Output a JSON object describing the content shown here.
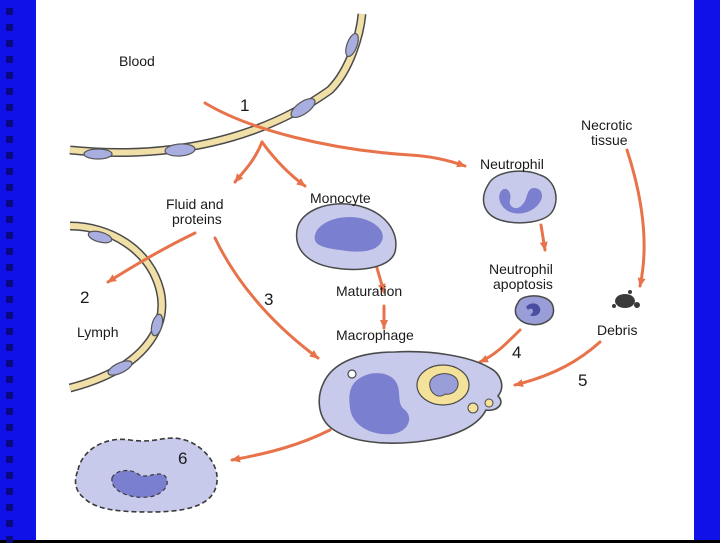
{
  "labels": {
    "blood": "Blood",
    "necrotic_tissue_1": "Necrotic",
    "necrotic_tissue_2": "tissue",
    "neutrophil": "Neutrophil",
    "fluid_1": "Fluid and",
    "fluid_2": "proteins",
    "monocyte": "Monocyte",
    "neutrophil_apoptosis_1": "Neutrophil",
    "neutrophil_apoptosis_2": "apoptosis",
    "maturation": "Maturation",
    "lymph": "Lymph",
    "debris": "Debris",
    "macrophage": "Macrophage"
  },
  "steps": [
    "1",
    "2",
    "3",
    "4",
    "5",
    "6"
  ],
  "colors": {
    "arrow": "#e8734a",
    "vessel": "#f1dfa8",
    "vessel_outline": "#4a4a4a",
    "cell_fill": "#c8caeb",
    "nucleus": "#7b7fcf",
    "side_bar": "#1010e8"
  }
}
